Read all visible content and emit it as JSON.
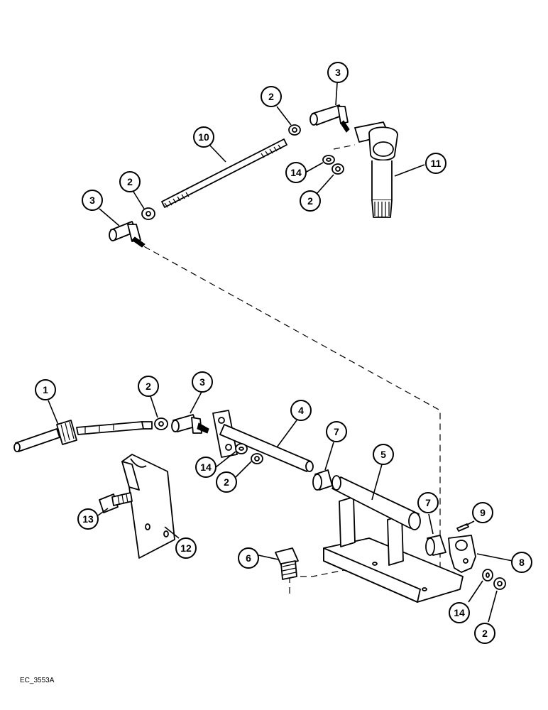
{
  "figure_code": "EC_3553A",
  "callouts": [
    {
      "id": "c-3-top",
      "label": "3"
    },
    {
      "id": "c-2-top",
      "label": "2"
    },
    {
      "id": "c-10",
      "label": "10"
    },
    {
      "id": "c-2-left",
      "label": "2"
    },
    {
      "id": "c-3-left",
      "label": "3"
    },
    {
      "id": "c-14-top",
      "label": "14"
    },
    {
      "id": "c-2-mid",
      "label": "2"
    },
    {
      "id": "c-11",
      "label": "11"
    },
    {
      "id": "c-1",
      "label": "1"
    },
    {
      "id": "c-2-cable",
      "label": "2"
    },
    {
      "id": "c-3-cable",
      "label": "3"
    },
    {
      "id": "c-4",
      "label": "4"
    },
    {
      "id": "c-7-left",
      "label": "7"
    },
    {
      "id": "c-5",
      "label": "5"
    },
    {
      "id": "c-14-mid",
      "label": "14"
    },
    {
      "id": "c-2-lower",
      "label": "2"
    },
    {
      "id": "c-13",
      "label": "13"
    },
    {
      "id": "c-12",
      "label": "12"
    },
    {
      "id": "c-7-right",
      "label": "7"
    },
    {
      "id": "c-9",
      "label": "9"
    },
    {
      "id": "c-8",
      "label": "8"
    },
    {
      "id": "c-6",
      "label": "6"
    },
    {
      "id": "c-14-bottom",
      "label": "14"
    },
    {
      "id": "c-2-bottom",
      "label": "2"
    }
  ]
}
